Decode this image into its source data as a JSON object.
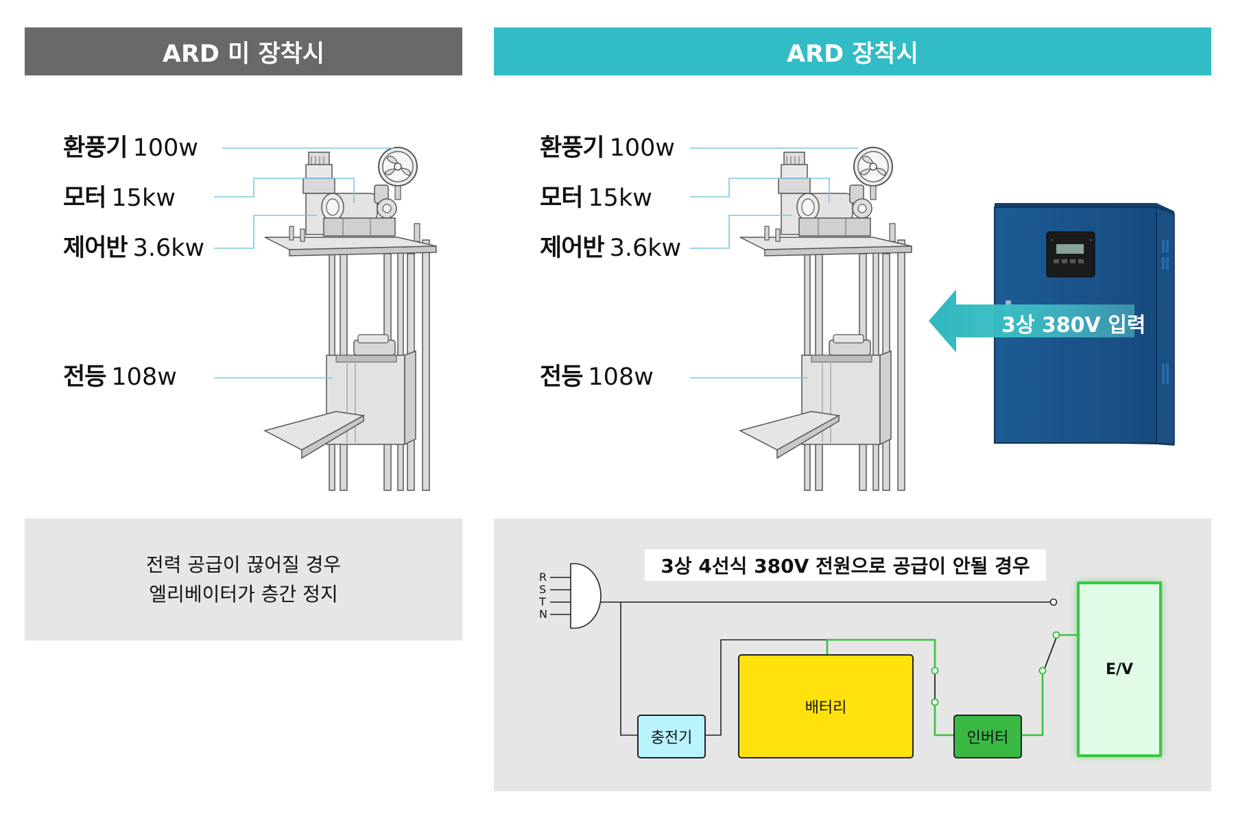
{
  "headers": {
    "left": "ARD 미 장착시",
    "right": "ARD 장착시"
  },
  "components": [
    {
      "name": "환풍기",
      "value": "100w"
    },
    {
      "name": "모터",
      "value": "15kw"
    },
    {
      "name": "제어반",
      "value": "3.6kw"
    },
    {
      "name": "전등",
      "value": "108w"
    }
  ],
  "left_note": {
    "line1": "전력 공급이 끊어질 경우",
    "line2": "엘리베이터가 층간 정지"
  },
  "ard_input_label": "3상 380V 입력",
  "circuit": {
    "title": "3상 4선식 380V 전원으로 공급이 안될 경우",
    "phases": [
      "R",
      "S",
      "T",
      "N"
    ],
    "charger": "충전기",
    "battery": "배터리",
    "inverter": "인버터",
    "ev": "E/V"
  },
  "colors": {
    "left_header": "#696969",
    "right_header": "#32bcc5",
    "battery": "#ffe20d",
    "charger": "#b9f3fb",
    "inverter": "#39b844",
    "ev_border": "#35c83f",
    "ard_cabinet": "#1d5a93"
  }
}
